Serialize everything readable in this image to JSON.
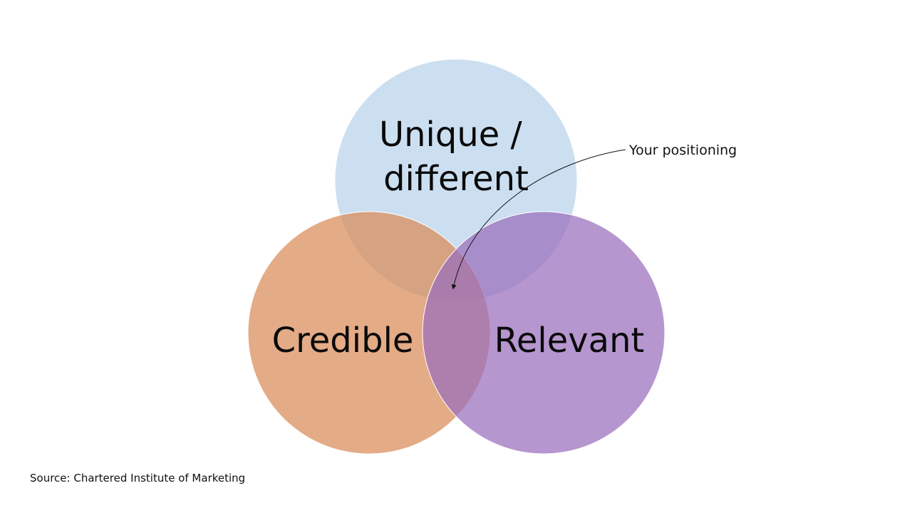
{
  "diagram": {
    "type": "venn",
    "circles": [
      {
        "id": "top",
        "label_lines": [
          "Unique /",
          "different"
        ],
        "color": "#b9d3ec"
      },
      {
        "id": "left",
        "label_lines": [
          "Credible"
        ],
        "color": "#d88a57"
      },
      {
        "id": "right",
        "label_lines": [
          "Relevant"
        ],
        "color": "#9a6dbd"
      }
    ],
    "callout": {
      "text": "Your positioning"
    }
  },
  "source": "Source: Chartered Institute of Marketing"
}
